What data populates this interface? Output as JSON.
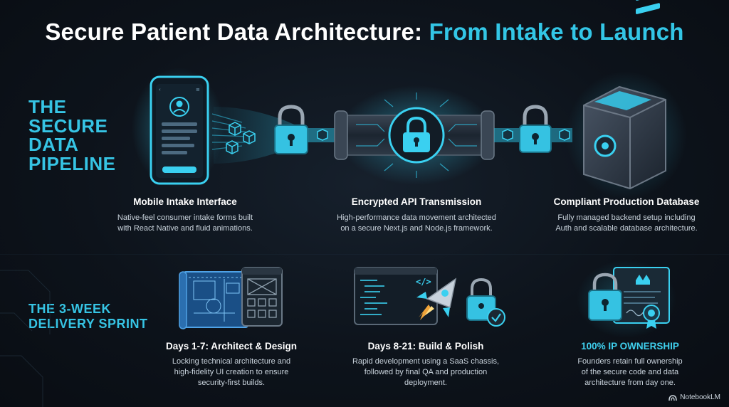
{
  "title": {
    "part1": "Secure Patient Data Architecture: ",
    "part2": "From Intake to Launch"
  },
  "sections": {
    "pipeline": "THE SECURE DATA PIPELINE",
    "sprint": "THE 3-WEEK DELIVERY SPRINT"
  },
  "pipeline": [
    {
      "title": "Mobile Intake Interface",
      "desc_line1": "Native-feel consumer intake forms built",
      "desc_line2": "with React Native and fluid animations.",
      "icon": "mobile-phone-icon"
    },
    {
      "title": "Encrypted API Transmission",
      "desc_line1": "High-performance data movement architected",
      "desc_line2": "on a secure Next.js and Node.js framework.",
      "icon": "encrypted-pipe-icon"
    },
    {
      "title": "Compliant Production Database",
      "desc_line1": "Fully managed backend setup including",
      "desc_line2": "Auth and scalable database architecture.",
      "icon": "database-cube-icon"
    }
  ],
  "sprint": [
    {
      "title": "Days 1-7: Architect & Design",
      "desc_line1": "Locking technical architecture and",
      "desc_line2": "high-fidelity UI creation to ensure",
      "desc_line3": "security-first builds.",
      "icon": "blueprint-icon"
    },
    {
      "title": "Days 8-21: Build & Polish",
      "desc_line1": "Rapid development using a SaaS chassis,",
      "desc_line2": "followed by final QA and production",
      "desc_line3": "deployment.",
      "icon": "rocket-code-icon"
    },
    {
      "title": "100% IP OWNERSHIP",
      "desc_line1": "Founders retain full ownership",
      "desc_line2": "of the secure code and data",
      "desc_line3": "architecture from day one.",
      "icon": "certificate-lock-icon"
    }
  ],
  "watermark": "NotebookLM",
  "colors": {
    "accent": "#33c6e6",
    "background": "#0d131b",
    "text": "#ffffff"
  }
}
